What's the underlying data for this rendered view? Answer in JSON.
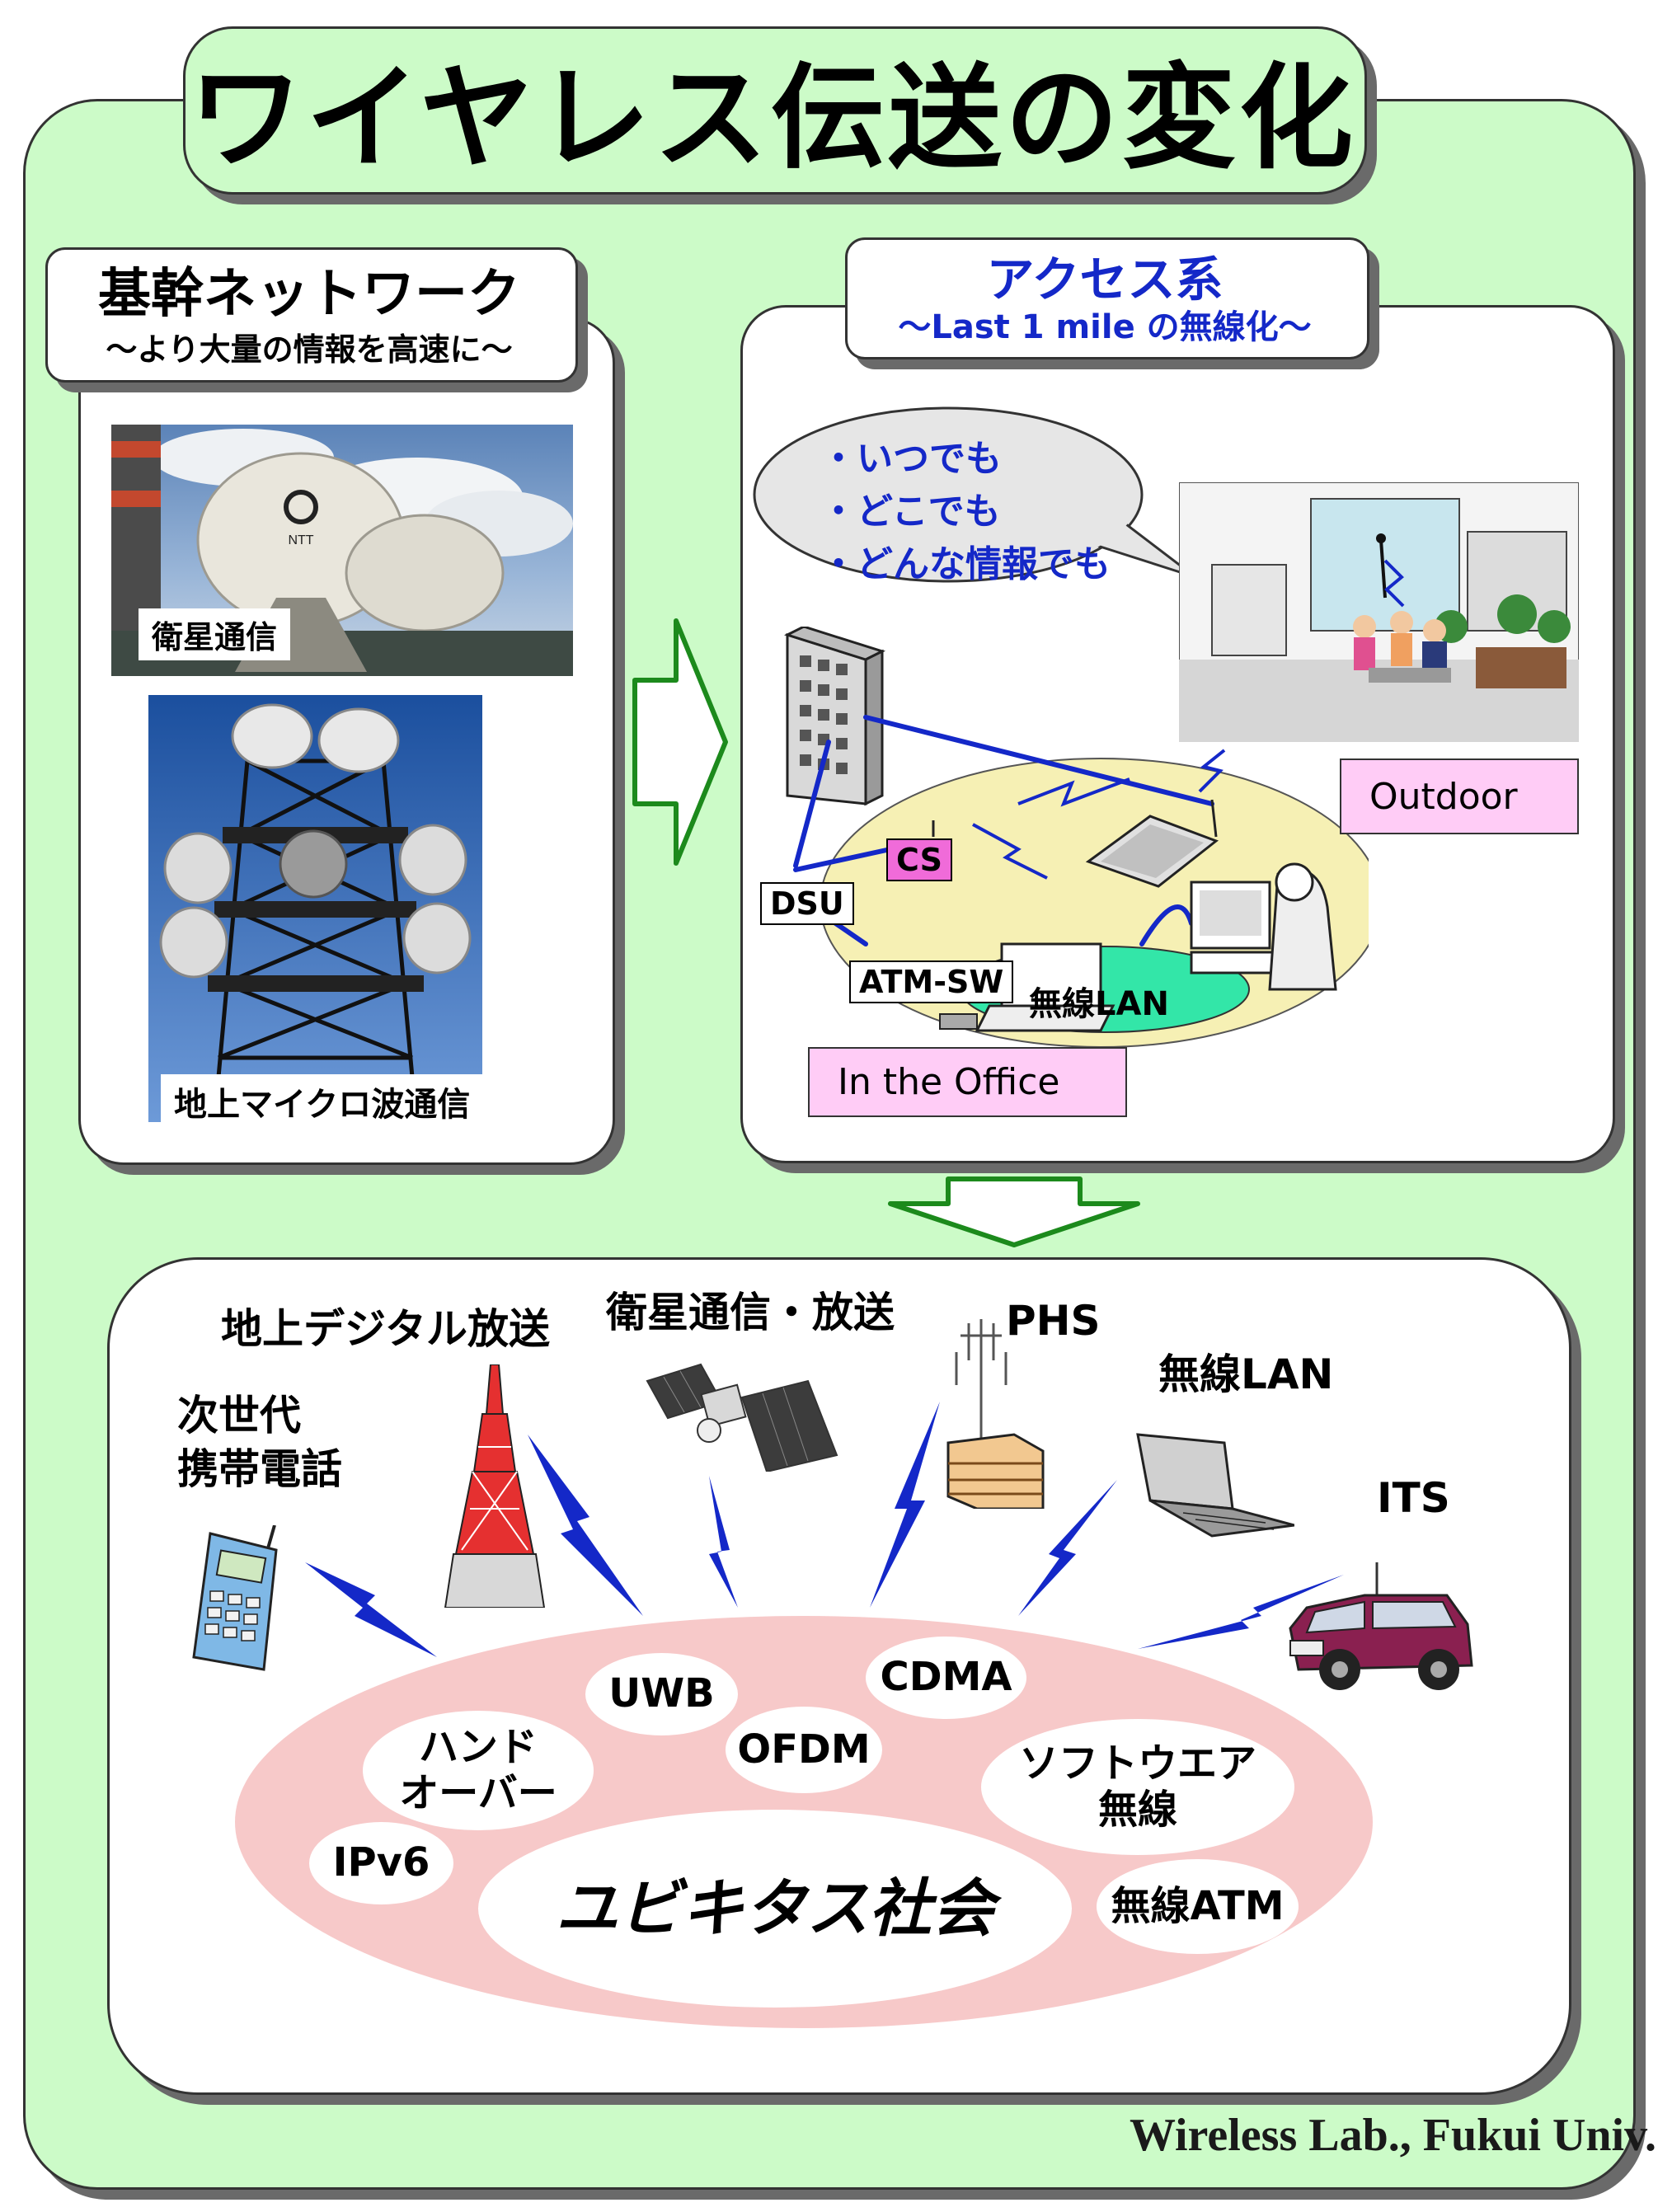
{
  "title": "ワイヤレス伝送の変化",
  "backbone": {
    "heading": "基幹ネットワーク",
    "subheading": "～より大量の情報を高速に～",
    "photo1_label": "衛星通信",
    "photo2_label": "地上マイクロ波通信"
  },
  "access": {
    "heading": "アクセス系",
    "subheading": "～Last 1 mile の無線化～",
    "bubble": [
      "・いつでも",
      "・どこでも",
      "・どんな情報でも"
    ],
    "outdoor_label": "Outdoor",
    "office_label": "In the Office",
    "dsu": "DSU",
    "cs": "CS",
    "atm_sw": "ATM-SW",
    "wlan": "無線LAN"
  },
  "applications": {
    "digital_broadcast": "地上デジタル放送",
    "satellite": "衛星通信・放送",
    "phs": "PHS",
    "wlan": "無線LAN",
    "its": "ITS",
    "next_gen_line1": "次世代",
    "next_gen_line2": "携帯電話"
  },
  "technologies": {
    "uwb": "UWB",
    "cdma": "CDMA",
    "handover_line1": "ハンド",
    "handover_line2": "オーバー",
    "ofdm": "OFDM",
    "sdr_line1": "ソフトウエア",
    "sdr_line2": "無線",
    "ipv6": "IPv6",
    "wireless_atm": "無線ATM",
    "center": "ユビキタス社会"
  },
  "footer": "Wireless Lab., Fukui Univ.",
  "colors": {
    "panel_green": "#ccfbc8",
    "accent_blue": "#1428c8",
    "label_pink": "#ffccf6",
    "ellipse_pink": "#f7c9c9",
    "office_yellow": "#f6f0b4",
    "wlan_green": "#33e6a8"
  }
}
